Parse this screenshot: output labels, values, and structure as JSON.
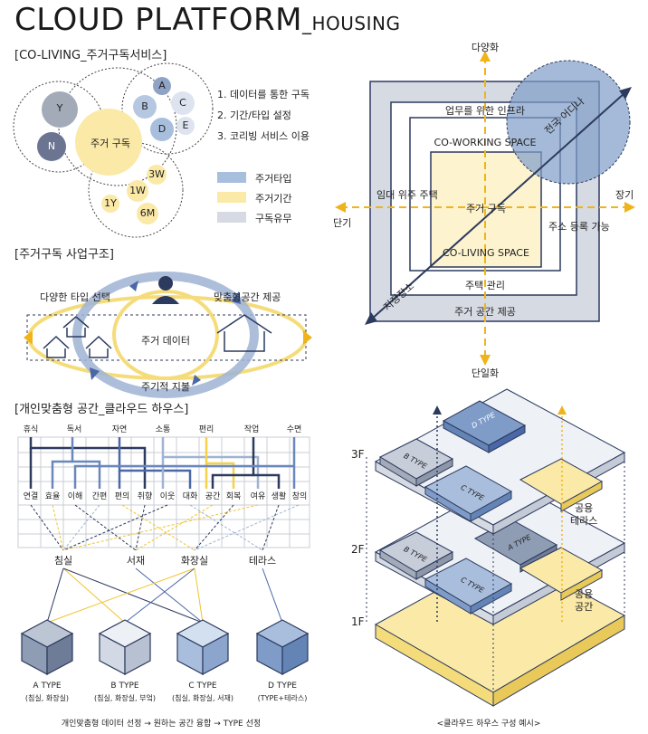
{
  "title": {
    "main": "CLOUD PLATFORM",
    "sub": "_HOUSING"
  },
  "sections": {
    "coliving": "[CO-LIVING_주거구독서비스]",
    "business": "[주거구독 사업구조]",
    "custom": "[개인맞춤형 공간_클라우드 하우스]"
  },
  "venn": {
    "bubbles": [
      "A",
      "B",
      "C",
      "D",
      "E",
      "Y",
      "N",
      "주거 구독",
      "3W",
      "1W",
      "1Y",
      "6M"
    ],
    "steps": [
      "1. 데이터를 통한 구독",
      "2. 기간/타입 설정",
      "3. 코리빙 서비스 이용"
    ],
    "legend": [
      {
        "label": "주거타입",
        "color": "#a8bedd"
      },
      {
        "label": "주거기간",
        "color": "#fbe9a8"
      },
      {
        "label": "구독유무",
        "color": "#d5dae3"
      }
    ]
  },
  "matrix": {
    "axis_top": "다양화",
    "axis_bottom": "단일화",
    "axis_left": "단기",
    "axis_right": "장기",
    "labels": {
      "infra": "업무를 위한 인프라",
      "coworking": "CO-WORKING SPACE",
      "lease": "임대 위주 주택",
      "subscription": "주거 구독",
      "address": "주소 등록 가능",
      "coliving": "CO-LIVING SPACE",
      "management": "주택 관리",
      "provide": "주거 공간 제공",
      "nationwide": "전국 어디나",
      "fixed": "지정장소"
    }
  },
  "business": {
    "left": "다양한 타입 선택",
    "right": "맞춤형공간 제공",
    "center": "주거 데이터",
    "bottom": "주기적 지불"
  },
  "keywords_top": [
    "휴식",
    "독서",
    "자연",
    "소통",
    "편리",
    "작업",
    "수면"
  ],
  "keywords_mid": [
    "연결",
    "효율",
    "이해",
    "간편",
    "편의",
    "취향",
    "이웃",
    "대화",
    "공간",
    "회복",
    "여유",
    "생활",
    "창의"
  ],
  "rooms": [
    "침실",
    "서재",
    "화장실",
    "테라스"
  ],
  "types": [
    {
      "name": "A TYPE",
      "desc": "(침실, 화장실)",
      "color": "#8e9cb4"
    },
    {
      "name": "B TYPE",
      "desc": "(침실, 화장실, 부엌)",
      "color": "#d3d9e4"
    },
    {
      "name": "C TYPE",
      "desc": "(침실, 화장실, 서재)",
      "color": "#a9bedc"
    },
    {
      "name": "D TYPE",
      "desc": "(TYPE+테라스)",
      "color": "#7f9cc8"
    }
  ],
  "process": "개인맞춤형 데이터 선정 → 원하는 공간 융합 → TYPE 선정",
  "floors": [
    "3F",
    "2F",
    "1F"
  ],
  "iso_labels": [
    "D TYPE",
    "B TYPE",
    "C TYPE",
    "A TYPE",
    "B TYPE",
    "C TYPE"
  ],
  "shared": {
    "terrace": "공용\n테라스",
    "space": "공용\n공간"
  },
  "caption": "<클라우드 하우스 구성 예시>"
}
